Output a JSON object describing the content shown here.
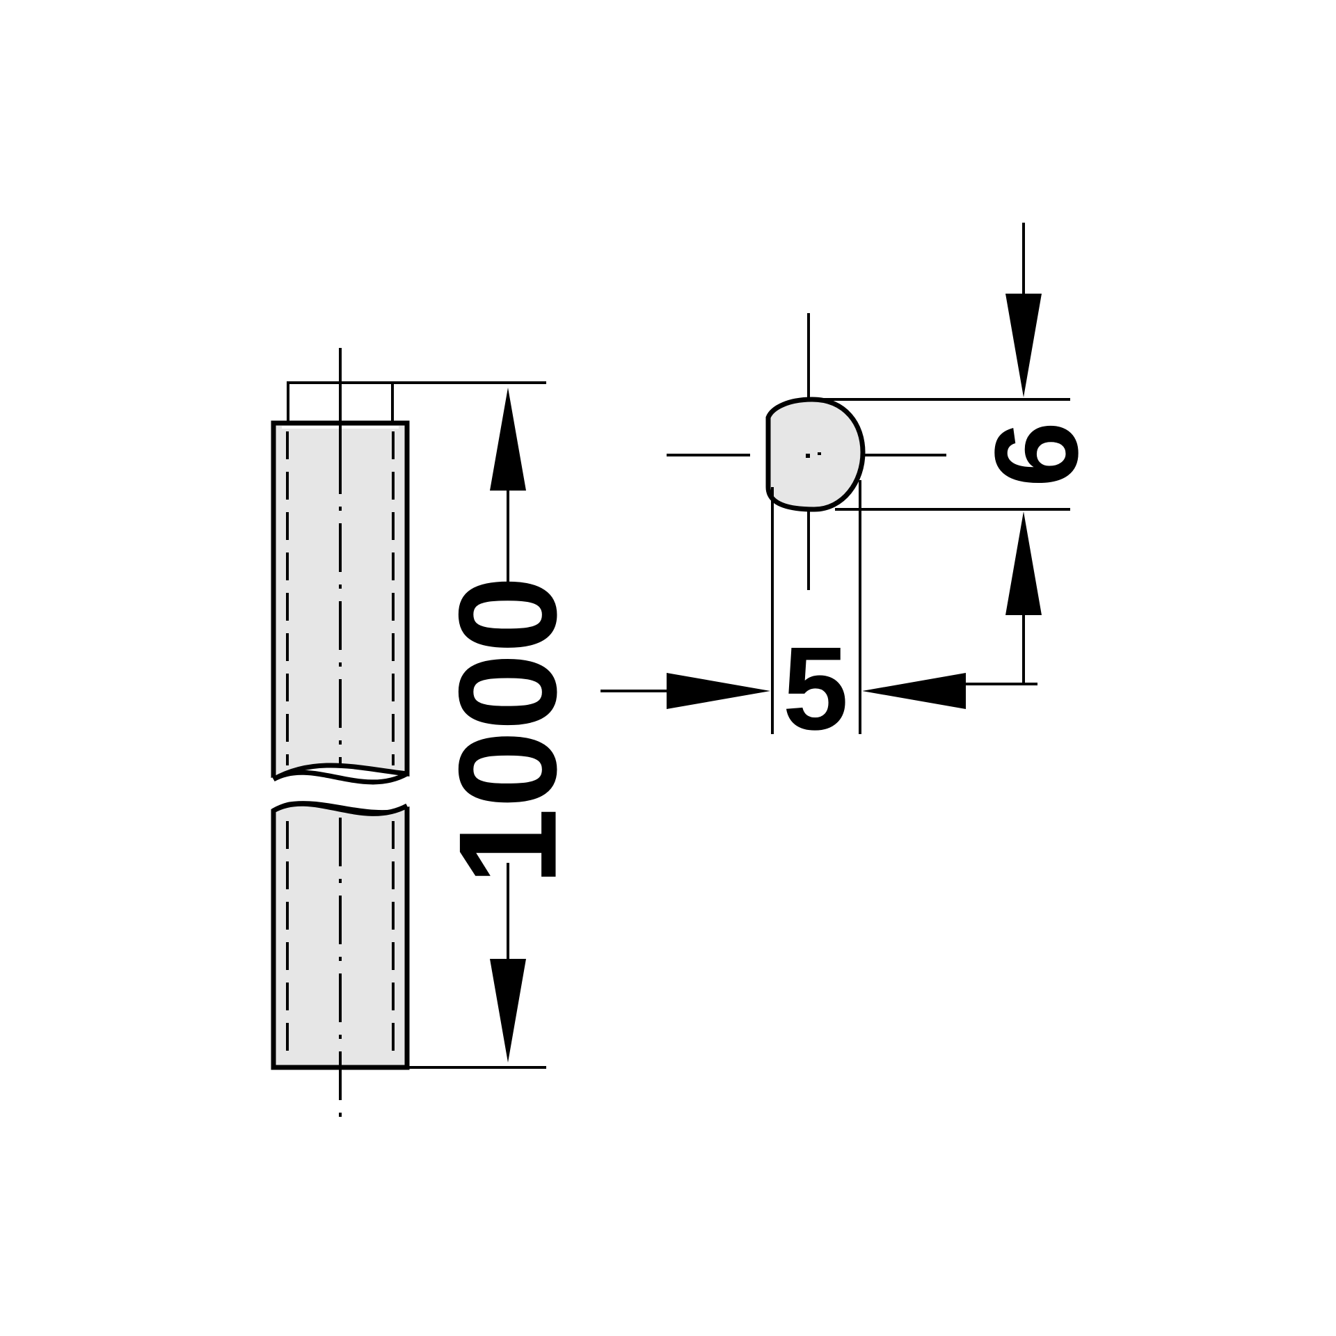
{
  "drawing": {
    "colors": {
      "line": "#000000",
      "fill": "#e6e6e6",
      "background": "#ffffff"
    },
    "dimensions": {
      "length": "1000",
      "width": "5",
      "height": "6"
    }
  }
}
